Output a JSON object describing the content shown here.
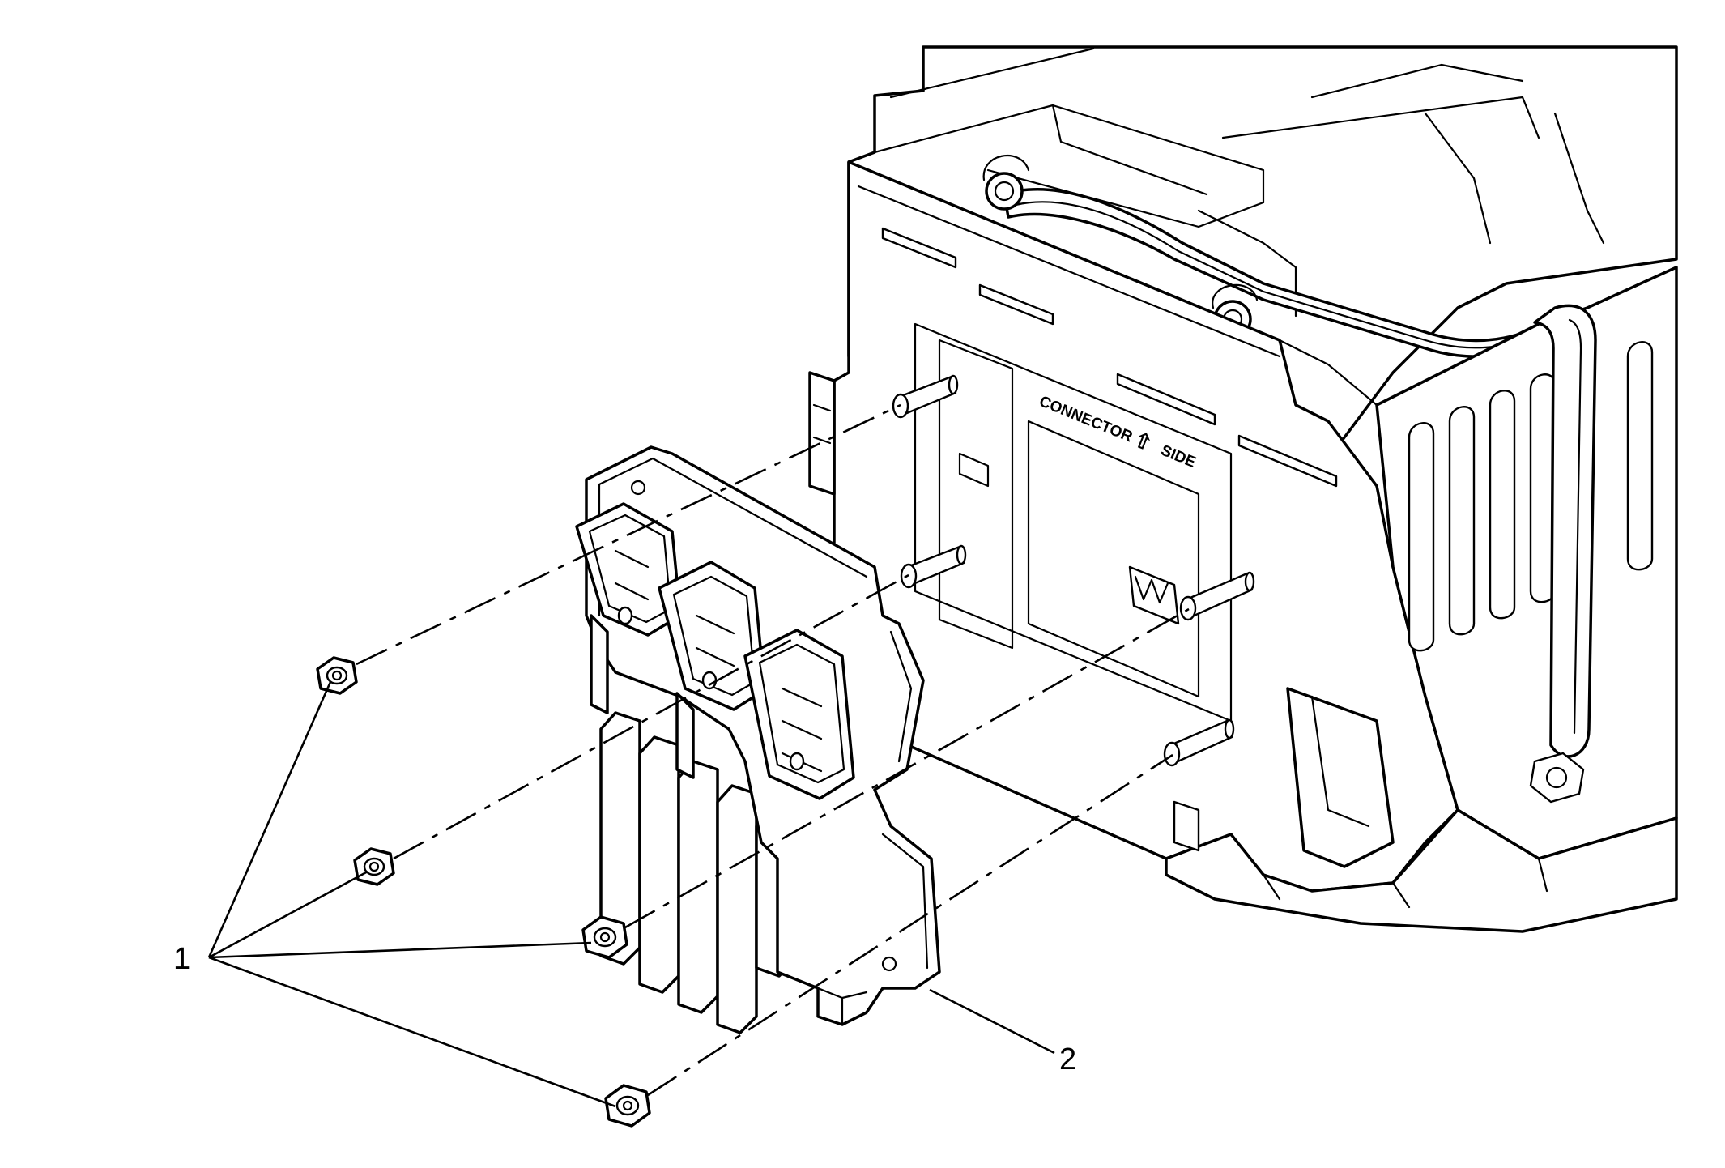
{
  "callouts": [
    {
      "id": "1",
      "label": "1",
      "part": "nut-fasteners"
    },
    {
      "id": "2",
      "label": "2",
      "part": "control-module"
    }
  ],
  "housing_stencil": {
    "word1": "CONNECTOR",
    "arrow": "⇧",
    "word2": "SIDE"
  },
  "colors": {
    "line": "#000000",
    "background": "#ffffff"
  }
}
